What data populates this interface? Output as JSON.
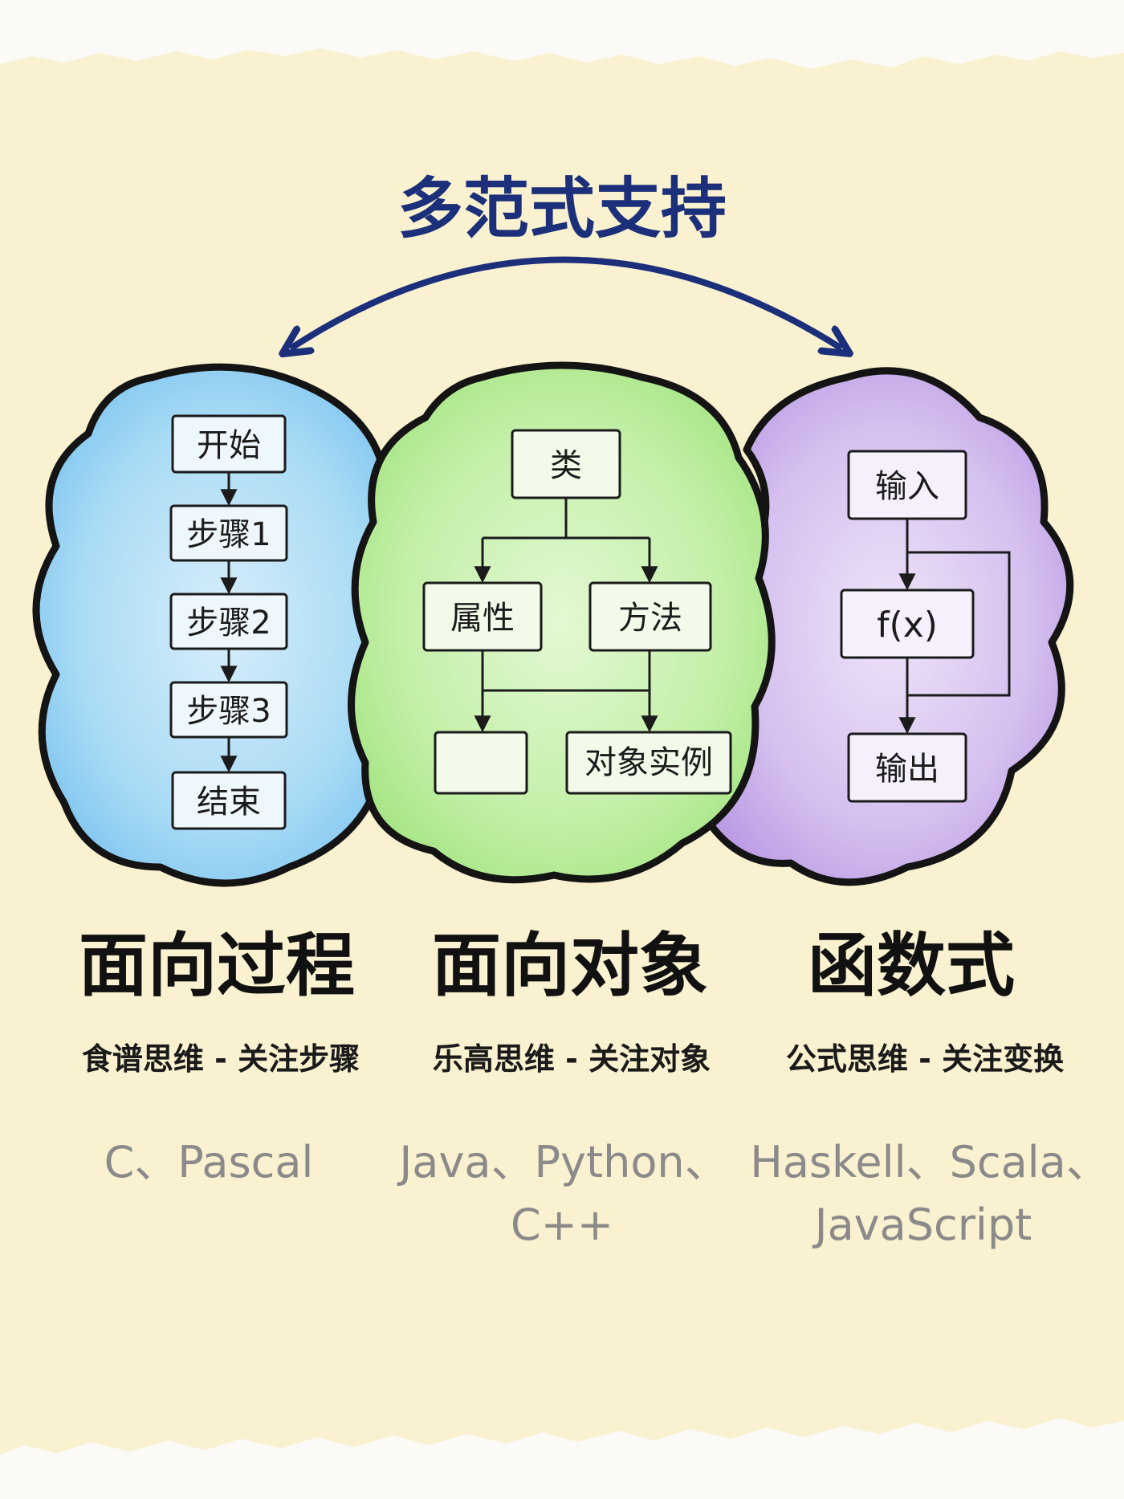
{
  "title": "多范式支持",
  "colors": {
    "background": "#f9f1cf",
    "title": "#1b2f7a",
    "procedural_blob": "#8fcdf1",
    "oop_blob": "#b7eb9a",
    "functional_blob": "#cbb2ea",
    "language_text": "#8a8a8a"
  },
  "procedural": {
    "steps": [
      "开始",
      "步骤1",
      "步骤2",
      "步骤3",
      "结束"
    ],
    "heading": "面向过程",
    "subtitle": "食谱思维 - 关注步骤",
    "languages": [
      "C、Pascal"
    ]
  },
  "oop": {
    "class_label": "类",
    "attribute_label": "属性",
    "method_label": "方法",
    "empty_box_label": "",
    "instance_label": "对象实例",
    "heading": "面向对象",
    "subtitle": "乐高思维 - 关注对象",
    "languages": [
      "Java、Python、",
      "C++"
    ]
  },
  "functional": {
    "input_label": "输入",
    "function_label": "f(x)",
    "output_label": "输出",
    "heading": "函数式",
    "subtitle": "公式思维 - 关注变换",
    "languages": [
      "Haskell、Scala、",
      "JavaScript"
    ]
  }
}
